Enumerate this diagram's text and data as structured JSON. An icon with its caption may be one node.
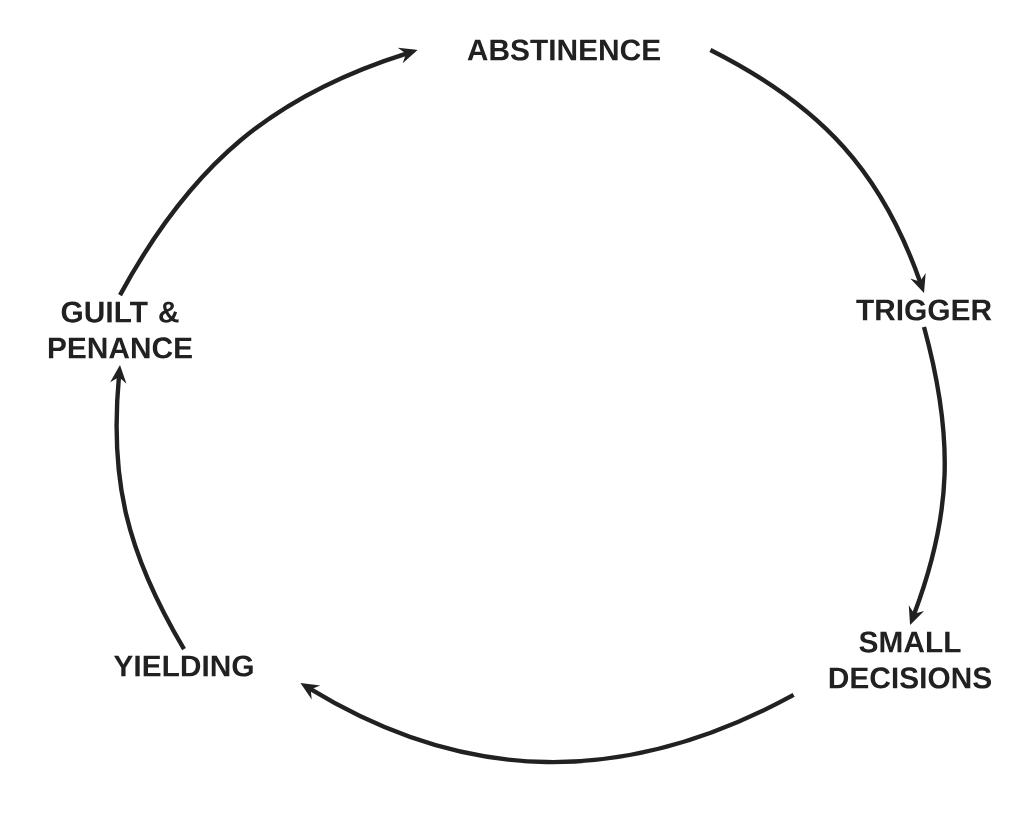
{
  "diagram": {
    "nodes": [
      {
        "text": [
          "ABSTINENCE"
        ]
      },
      {
        "text": [
          "TRIGGER"
        ]
      },
      {
        "text": [
          "SMALL DECISIONS"
        ]
      },
      {
        "text": [
          "YIELDING"
        ]
      },
      {
        "text": [
          "GUILT & PENANCE"
        ]
      }
    ],
    "edges": [
      {
        "from": 0,
        "to": 1,
        "arrow": "to"
      },
      {
        "from": 1,
        "to": 2,
        "arrow": "to"
      },
      {
        "from": 2,
        "to": 3,
        "arrow": "to"
      },
      {
        "from": 3,
        "to": 4,
        "arrow": "to"
      },
      {
        "from": 4,
        "to": 0,
        "arrow": "to"
      }
    ]
  }
}
